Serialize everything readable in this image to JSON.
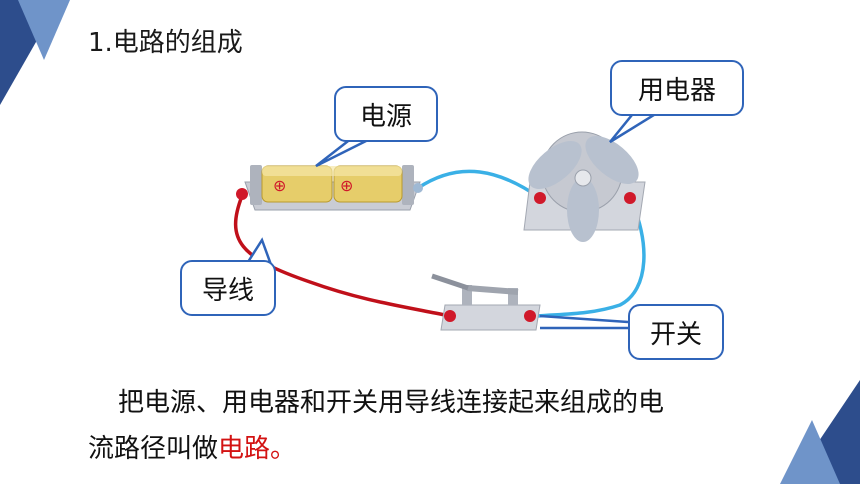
{
  "title": "1.电路的组成",
  "labels": {
    "power_source": "电源",
    "appliance": "用电器",
    "wire": "导线",
    "switch": "开关"
  },
  "paragraph": {
    "line1": "把电源、用电器和开关用导线连接起来组成的电",
    "line2_prefix": "流路径叫做",
    "line2_highlight": "电路",
    "line2_suffix": "。"
  },
  "battery_mark": "⊕",
  "colors": {
    "accent_blue": "#2f64b9",
    "highlight_red": "#d31212",
    "wire_red": "#c0101a",
    "wire_blue": "#3ab0e6"
  }
}
